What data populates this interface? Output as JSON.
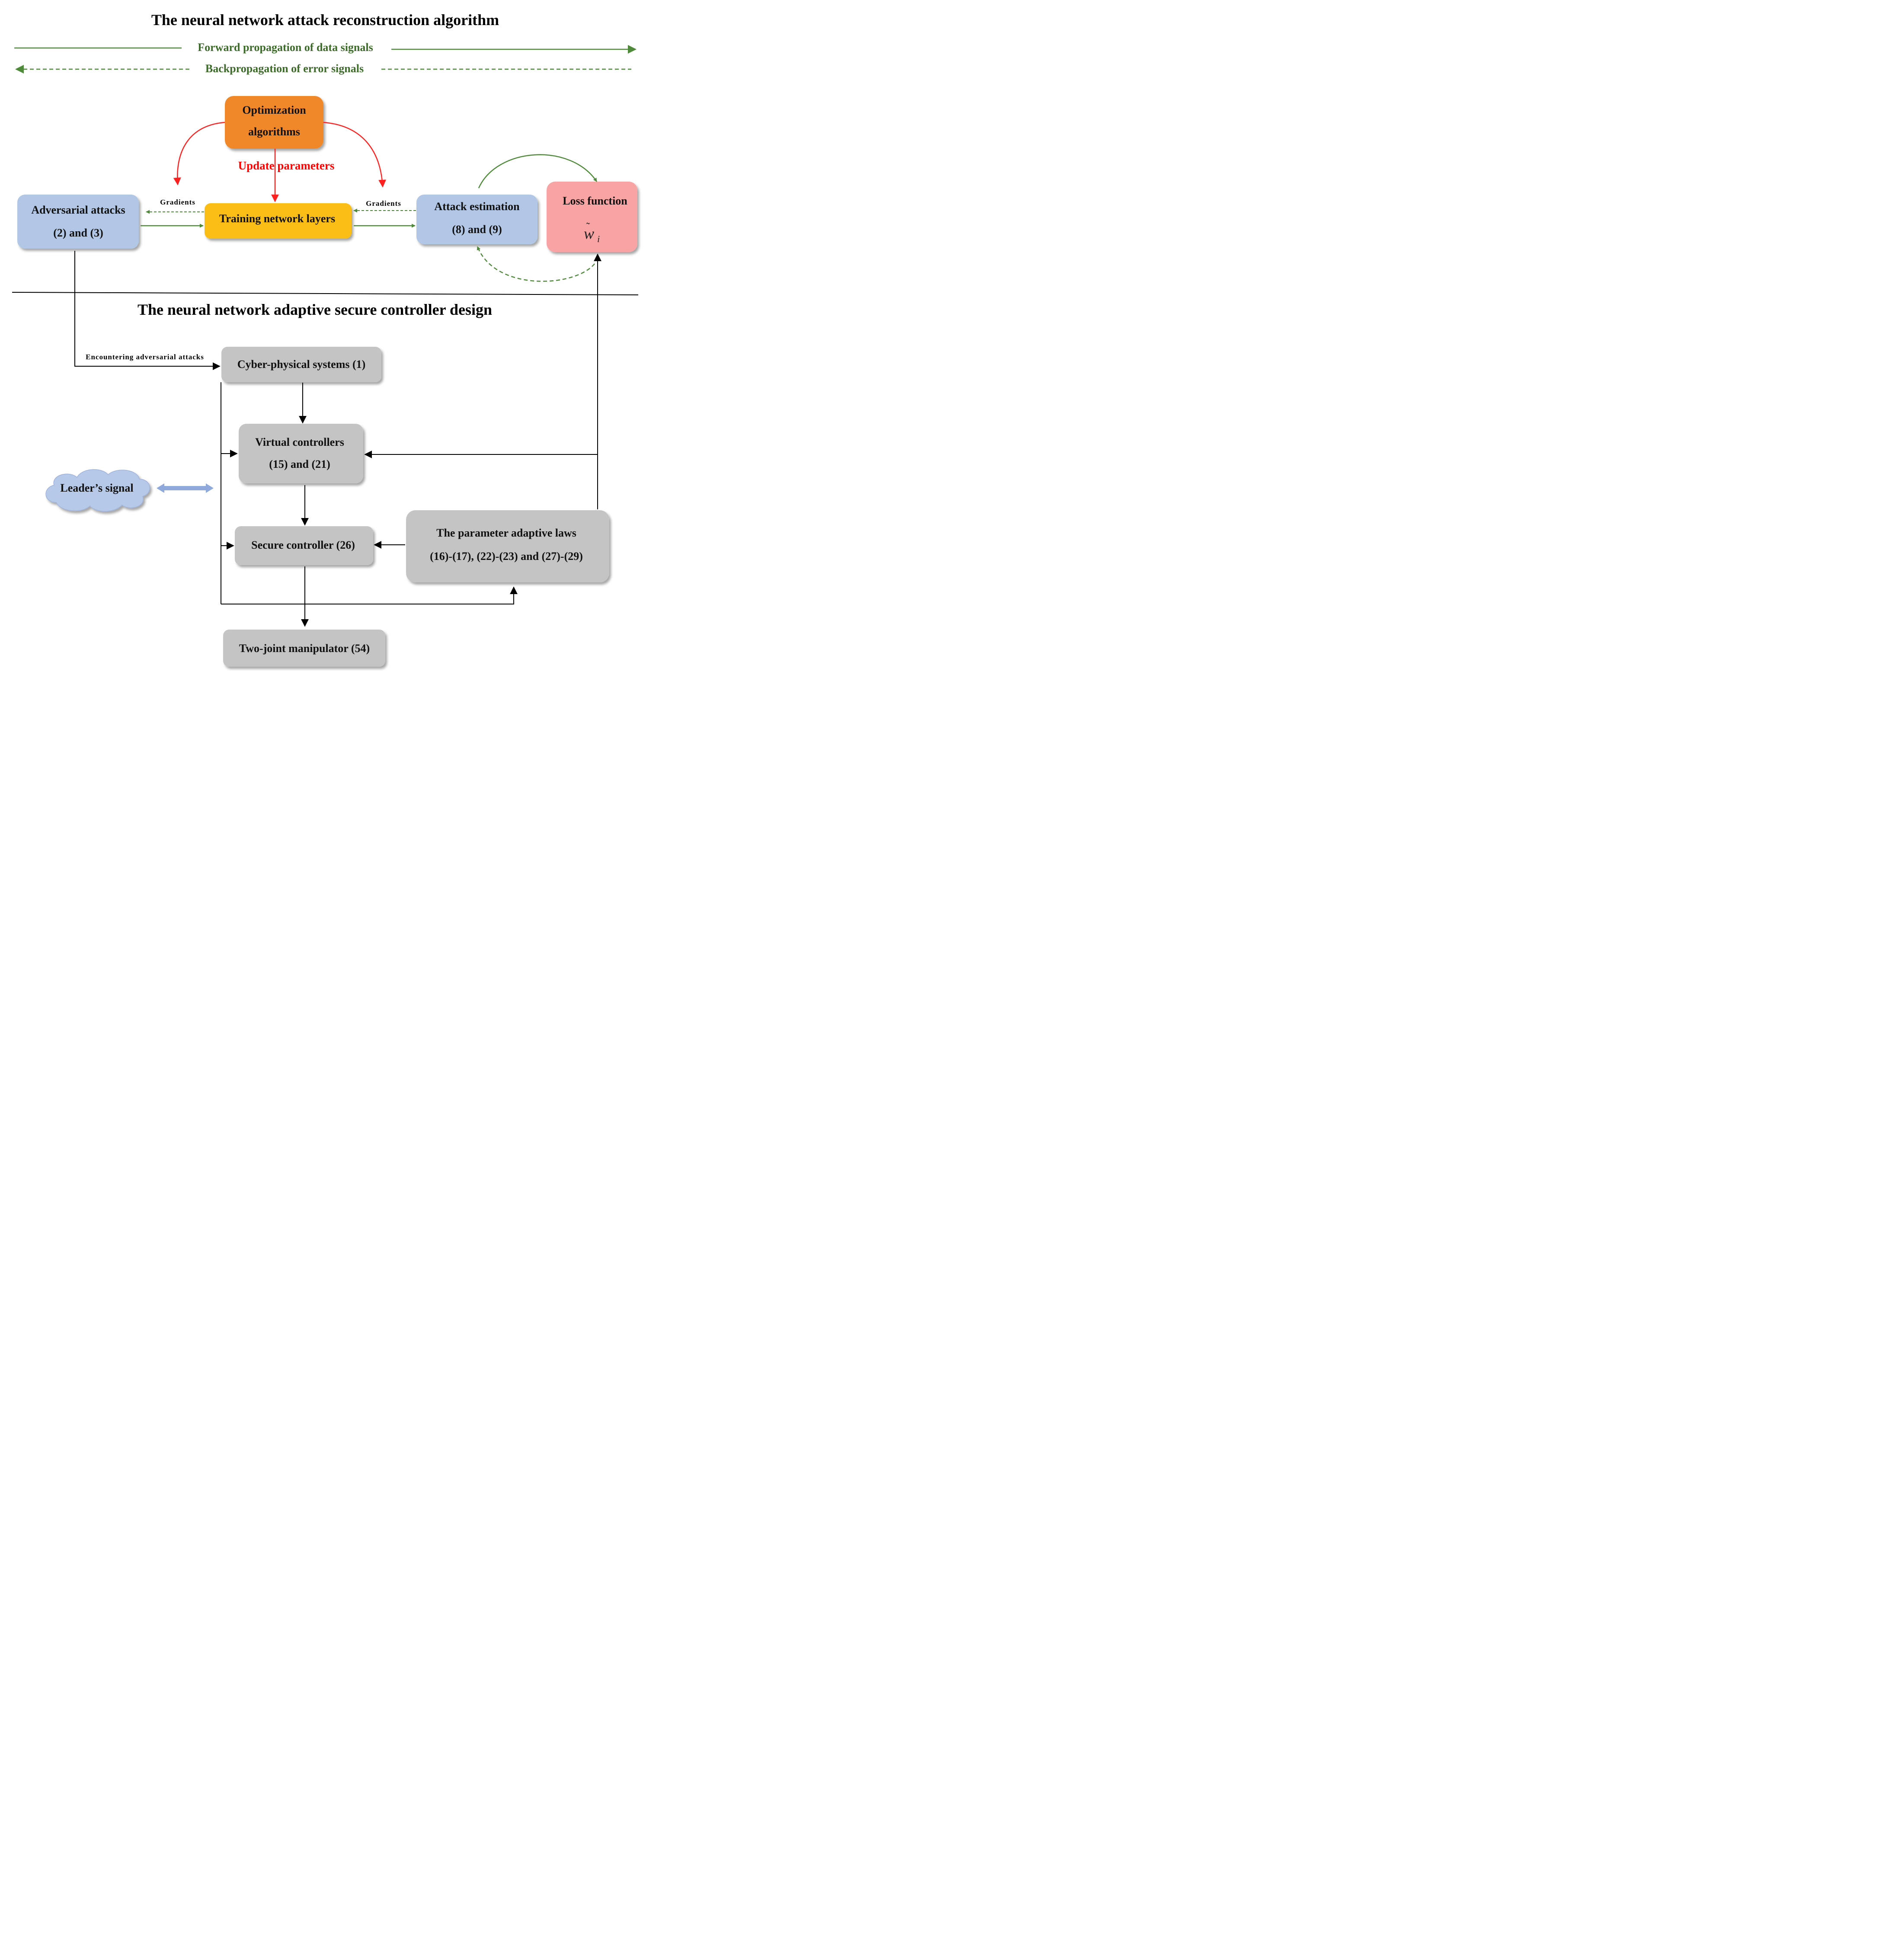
{
  "section1": {
    "title": "The neural network attack reconstruction algorithm",
    "forward_label": "Forward propagation of data signals",
    "backward_label": "Backpropagation of error signals"
  },
  "optimization": {
    "line1": "Optimization",
    "line2": "algorithms"
  },
  "update_label": "Update parameters",
  "adversarial": {
    "line1": "Adversarial attacks",
    "line2": "(2) and (3)"
  },
  "training": {
    "label": "Training network layers"
  },
  "attack_estimation": {
    "line1": "Attack estimation",
    "line2": "(8) and (9)"
  },
  "loss": {
    "line1": "Loss function",
    "symbol": "w",
    "subscript": "i"
  },
  "gradients_label": "Gradients",
  "section2": {
    "title": "The neural network adaptive secure controller design"
  },
  "encountering_label": "Encountering adversarial attacks",
  "cps": {
    "label": "Cyber-physical systems (1)"
  },
  "virtual": {
    "line1": "Virtual controllers",
    "line2": "(15) and (21)"
  },
  "leader": {
    "label": "Leader’s signal"
  },
  "secure": {
    "label": "Secure controller (26)"
  },
  "adaptive_laws": {
    "line1": "The parameter adaptive laws",
    "line2": "(16)-(17), (22)-(23) and (27)-(29)"
  },
  "manipulator": {
    "label": "Two-joint manipulator (54)"
  },
  "colors": {
    "green_arrow": "#4f8a3a",
    "red_arrow": "#ff2020",
    "orange_box": "#f0882a",
    "yellow_box": "#fbbe12",
    "blue_box": "#b2c6e6",
    "pink_box": "#f9a4a4",
    "gray_box": "#c4c4c4",
    "cloud": "#b7c9e8",
    "double_arrow": "#8fa9dc"
  }
}
